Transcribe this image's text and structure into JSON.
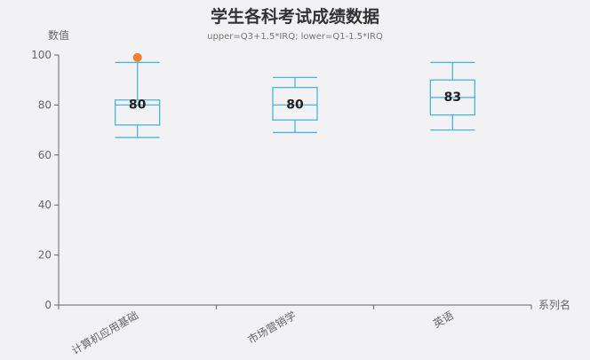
{
  "chart_data": {
    "type": "boxplot",
    "title": "学生各科考试成绩数据",
    "subtitle": "upper=Q3+1.5*IRQ;  lower=Q1-1.5*IRQ",
    "xlabel": "系列名",
    "ylabel": "数值",
    "ylim": [
      0,
      100
    ],
    "yticks": [
      0,
      20,
      40,
      60,
      80,
      100
    ],
    "categories": [
      "计算机应用基础",
      "市场营销学",
      "英语"
    ],
    "boxes": [
      {
        "min": 67,
        "q1": 72,
        "median": 80,
        "q3": 82,
        "max": 97,
        "label": "80"
      },
      {
        "min": 69,
        "q1": 74,
        "median": 80,
        "q3": 87,
        "max": 91,
        "label": "80"
      },
      {
        "min": 70,
        "q1": 76,
        "median": 83,
        "q3": 90,
        "max": 97,
        "label": "83"
      }
    ],
    "outliers": [
      {
        "category": "计算机应用基础",
        "value": 99
      }
    ],
    "colors": {
      "box": "#4ab4de",
      "outlier": "#f0802e",
      "axis": "#666666"
    }
  }
}
